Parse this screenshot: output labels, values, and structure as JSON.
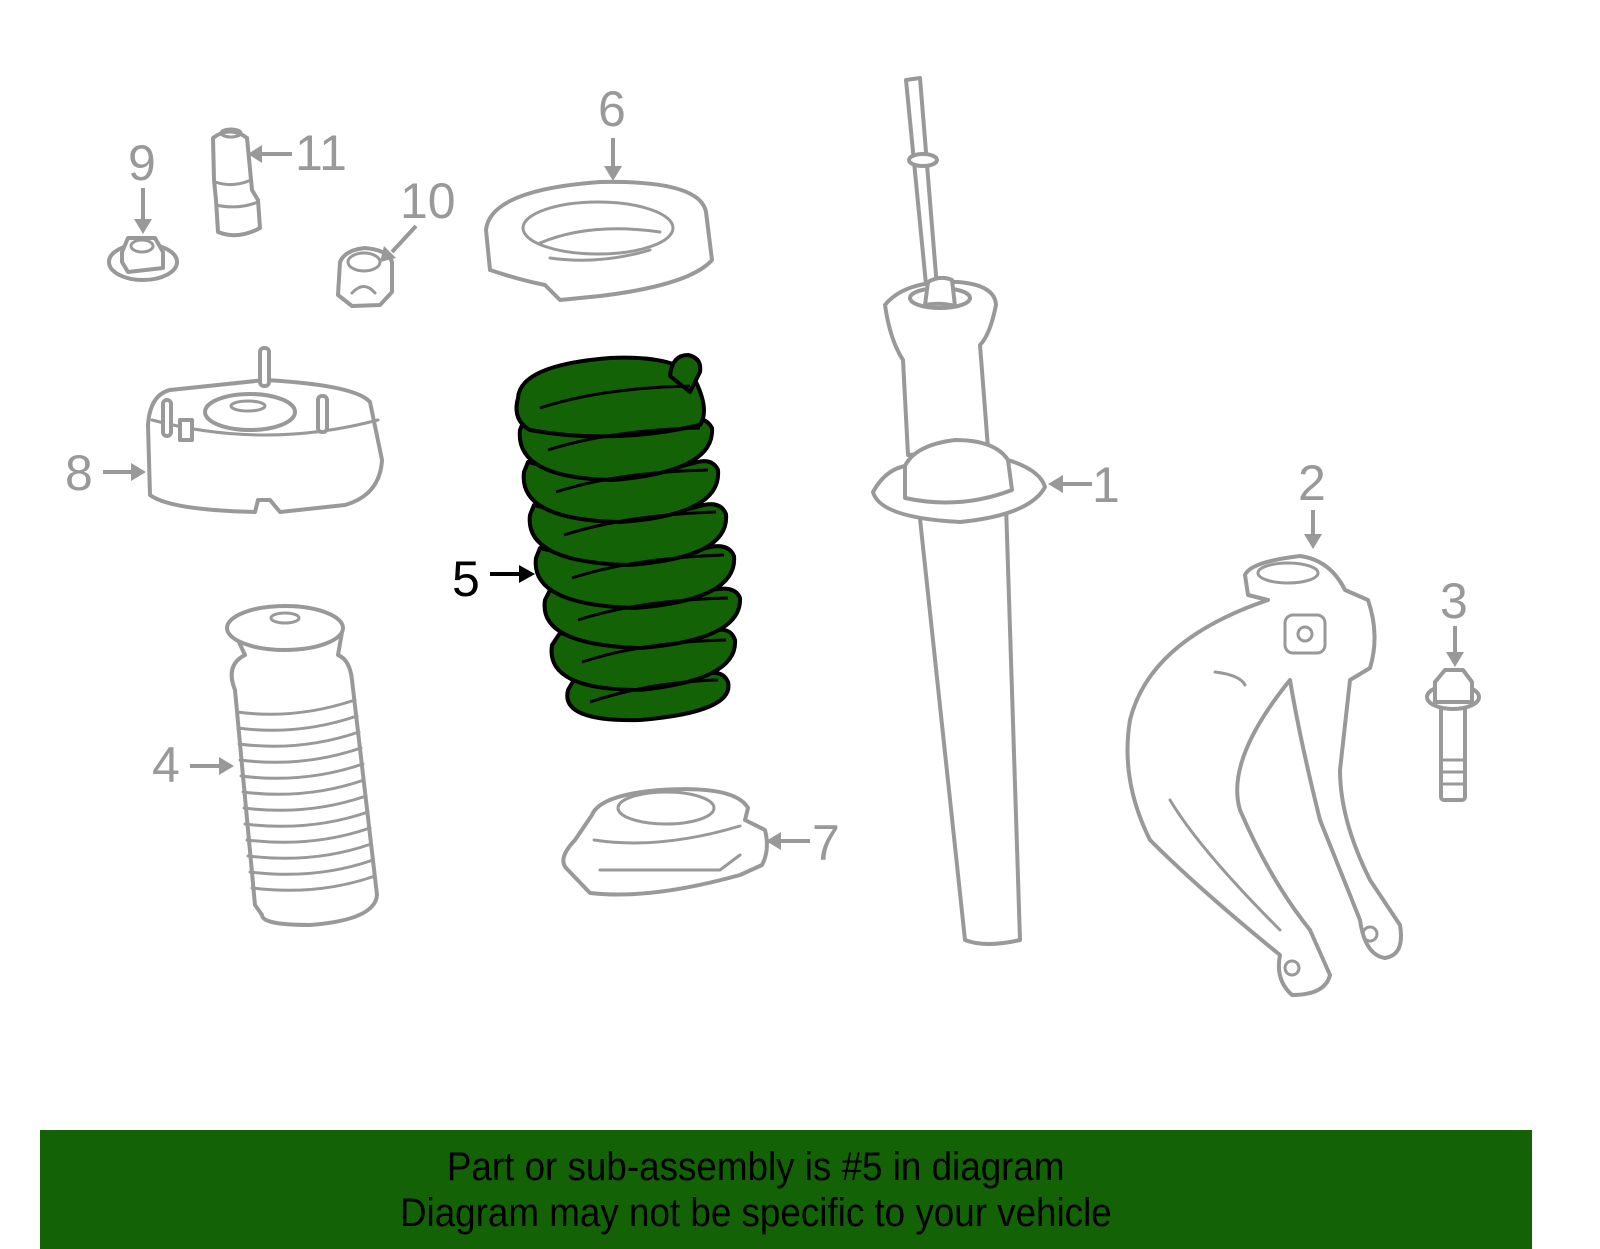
{
  "diagram": {
    "highlighted_part": "5",
    "highlight_color": "#136206",
    "line_color": "#999999",
    "callouts": [
      {
        "id": "1",
        "label": "1",
        "part": "strut"
      },
      {
        "id": "2",
        "label": "2",
        "part": "knuckle"
      },
      {
        "id": "3",
        "label": "3",
        "part": "bolt"
      },
      {
        "id": "4",
        "label": "4",
        "part": "dust-boot"
      },
      {
        "id": "5",
        "label": "5",
        "part": "coil-spring"
      },
      {
        "id": "6",
        "label": "6",
        "part": "upper-spring-seat"
      },
      {
        "id": "7",
        "label": "7",
        "part": "lower-spring-seat"
      },
      {
        "id": "8",
        "label": "8",
        "part": "strut-mount"
      },
      {
        "id": "9",
        "label": "9",
        "part": "flange-nut"
      },
      {
        "id": "10",
        "label": "10",
        "part": "lock-nut"
      },
      {
        "id": "11",
        "label": "11",
        "part": "bump-stop"
      }
    ]
  },
  "banner": {
    "line1": "Part or sub-assembly is #5 in diagram",
    "line2": "Diagram may not be specific to your vehicle",
    "background": "#136206"
  }
}
